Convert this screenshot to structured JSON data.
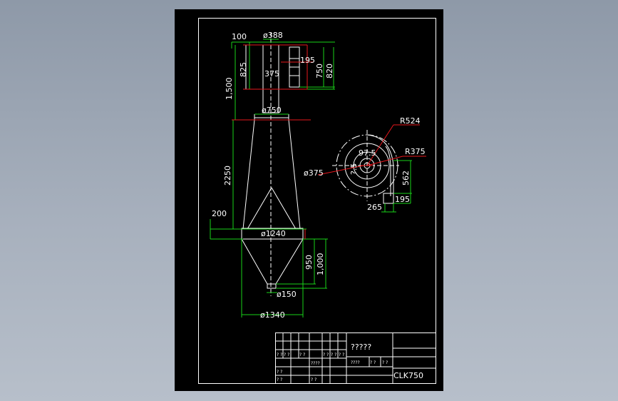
{
  "colors": {
    "background": "#9aa4b2",
    "sheet": "#000000",
    "line": "#ffffff",
    "dimension": "#19d219",
    "leader": "#e8171d"
  },
  "dims": {
    "d100": "100",
    "d388": "ø388",
    "d195a": "195",
    "d375": "375",
    "d825": "825",
    "d750": "750",
    "d820": "820",
    "d1500": "1,500",
    "d750dia": "ø750",
    "d2250": "2250",
    "d200": "200",
    "d1240": "ø1240",
    "d950": "950",
    "d1000": "1,000",
    "d150": "ø150",
    "d1340": "ø1340"
  },
  "plan": {
    "r524": "R524",
    "r375": "R375",
    "d375": "ø375",
    "d975": "97.5",
    "d562": "562",
    "d195": "195",
    "d265": "265",
    "small": "?.5"
  },
  "title_block": {
    "title": "?????",
    "code": "CLK750",
    "left_code": "????",
    "cells": [
      "? ?",
      "? ?",
      "? ?",
      "? ?",
      "? ?",
      "? ?",
      "? ?",
      "? ?",
      "????",
      "? ?",
      "? ?",
      "? ?"
    ]
  }
}
